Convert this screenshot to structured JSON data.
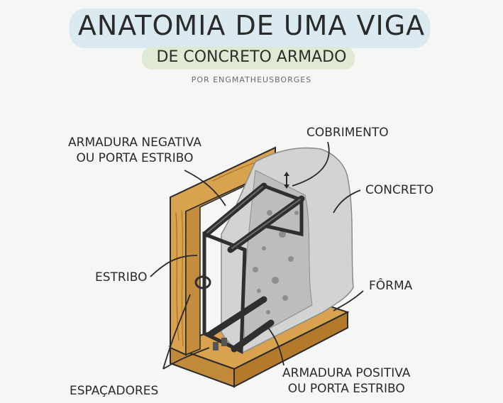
{
  "header": {
    "title": "ANATOMIA DE UMA VIGA",
    "subtitle": "DE CONCRETO ARMADO",
    "byline": "POR ENGMATHEUSBORGES"
  },
  "labels": {
    "armadura_negativa": [
      "ARMADURA NEGATIVA",
      "OU PORTA ESTRIBO"
    ],
    "cobrimento": "COBRIMENTO",
    "concreto": "CONCRETO",
    "estribo": "ESTRIBO",
    "forma": "FÔRMA",
    "espacadores": "ESPAÇADORES",
    "armadura_positiva": [
      "ARMADURA POSITIVA",
      "OU PORTA ESTRIBO"
    ]
  },
  "colors": {
    "wood": "#d9a24f",
    "wood_dark": "#b47a2c",
    "concrete": "#d3d3d3",
    "steel": "#2f2f2f",
    "title_highlight": "#d6e7ef",
    "subtitle_highlight": "#dde8cf"
  }
}
